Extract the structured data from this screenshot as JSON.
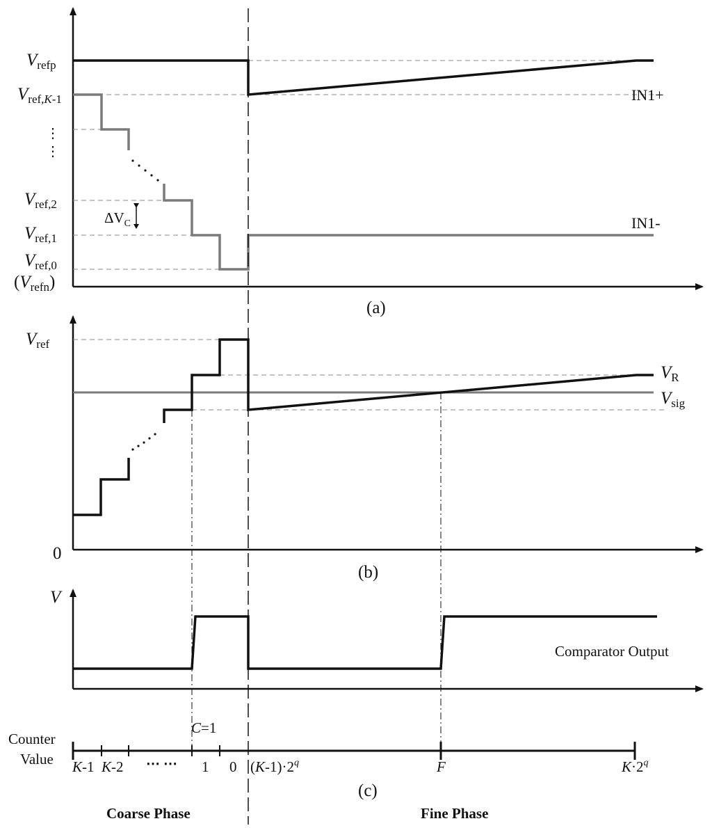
{
  "panel_a": {
    "caption": "(a)",
    "y_labels": {
      "refp": {
        "main": "V",
        "sub": "refp"
      },
      "refK1": {
        "main": "V",
        "sub_pre": "ref,",
        "sub_k": "K",
        "sub_post": "-1"
      },
      "dots": "⋮",
      "ref2": {
        "main": "V",
        "sub": "ref,2"
      },
      "ref1": {
        "main": "V",
        "sub": "ref,1"
      },
      "ref0": {
        "main": "V",
        "sub": "ref,0"
      },
      "refn_open": "(",
      "refn": {
        "main": "V",
        "sub": "refn"
      },
      "refn_close": ")"
    },
    "delta": {
      "main": "ΔV",
      "sub": "C"
    },
    "trace_plus_label": "IN1+",
    "trace_minus_label": "IN1-"
  },
  "panel_b": {
    "caption": "(b)",
    "y_label_ref": {
      "main": "V",
      "sub": "ref"
    },
    "y_label_zero": "0",
    "vr_label": {
      "main": "V",
      "sub": "R"
    },
    "vsig_label": {
      "main": "V",
      "sub": "sig"
    }
  },
  "panel_c": {
    "caption": "(c)",
    "y_label": "V",
    "output_label": "Comparator Output",
    "counter_label_line1": "Counter",
    "counter_label_line2": "Value",
    "c_eq": {
      "var": "C",
      "rest": "=1"
    },
    "ticks": {
      "k1": {
        "var": "K",
        "rest": "-1"
      },
      "k2": {
        "var": "K",
        "rest": "-2"
      },
      "dots": "⋯ ⋯",
      "one": "1",
      "zero": "0",
      "fine_start": {
        "open": "(",
        "var": "K",
        "rest": "-1)·2",
        "sup": "q"
      },
      "f": "F",
      "end": {
        "var": "K",
        "rest": "·2",
        "sup": "q"
      }
    },
    "phase_coarse": "Coarse Phase",
    "phase_fine": "Fine Phase"
  },
  "colors": {
    "black": "#111111",
    "gray": "#7a7a7a",
    "dash": "#8a8a8a"
  }
}
